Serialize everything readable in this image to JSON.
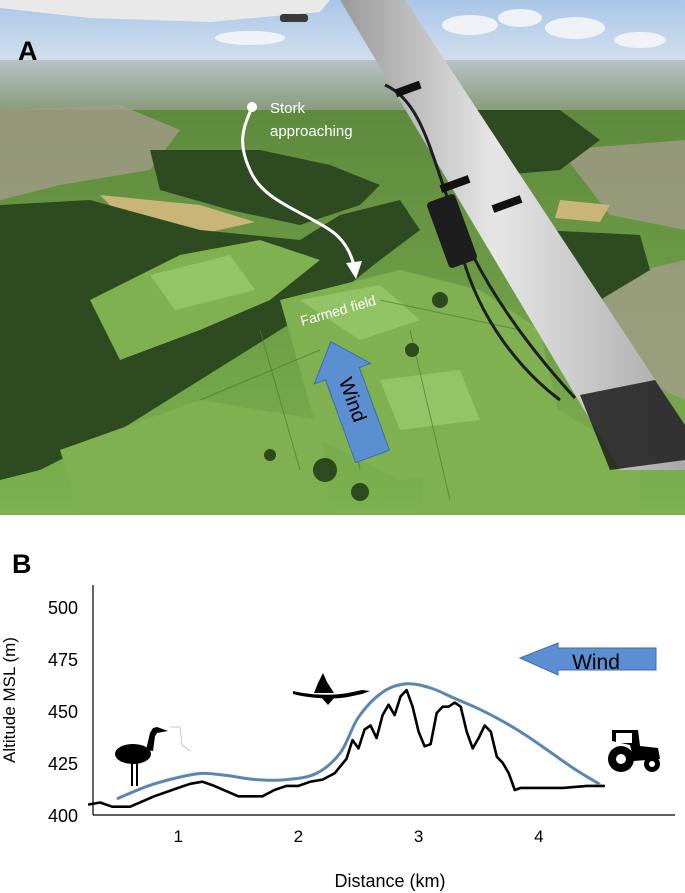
{
  "panel_a": {
    "letter": "A",
    "stork_label_line1": "Stork",
    "stork_label_line2": "approaching",
    "field_label": "Farmed field",
    "wind_label": "Wind",
    "colors": {
      "sky": "#c9d9ec",
      "forest": "#2f4f22",
      "meadow": "#6fa64a",
      "field": "#8cc060",
      "strut": "#c8c8c8",
      "wind_arrow": "#5b8fd1",
      "path": "#ffffff"
    }
  },
  "panel_b": {
    "letter": "B",
    "wind_label": "Wind",
    "icons": [
      "stork-standing-icon",
      "stork-flying-icon",
      "tractor-icon"
    ],
    "colors": {
      "terrain": "#000000",
      "flight_path": "#5b86b1",
      "wind_arrow": "#5b8fd1"
    }
  },
  "chart_data": {
    "type": "line",
    "title": "",
    "xlabel": "Distance (km)",
    "ylabel": "Altitude  MSL (m)",
    "xlim": [
      0,
      4.8
    ],
    "ylim": [
      400,
      510
    ],
    "x_ticks": [
      "1",
      "2",
      "3",
      "4"
    ],
    "y_ticks": [
      "500",
      "475",
      "450",
      "425",
      "400"
    ],
    "grid": false,
    "series": [
      {
        "x": [
          0.25,
          0.35,
          0.45,
          0.6,
          0.8,
          1.0,
          1.1,
          1.2,
          1.3,
          1.5,
          1.7,
          1.8,
          1.9,
          2.0,
          2.1,
          2.2,
          2.3,
          2.4,
          2.45,
          2.5,
          2.55,
          2.6,
          2.65,
          2.7,
          2.75,
          2.8,
          2.85,
          2.9,
          2.95,
          3.0,
          3.05,
          3.1,
          3.15,
          3.2,
          3.25,
          3.3,
          3.35,
          3.4,
          3.45,
          3.5,
          3.55,
          3.6,
          3.65,
          3.7,
          3.75,
          3.8,
          3.85,
          3.9,
          4.0,
          4.2,
          4.4,
          4.55
        ],
        "y": [
          405,
          406,
          404,
          404,
          409,
          413,
          415,
          416,
          414,
          409,
          409,
          412,
          414,
          414,
          416,
          417,
          420,
          427,
          436,
          432,
          441,
          443,
          437,
          448,
          453,
          448,
          457,
          460,
          452,
          440,
          433,
          434,
          449,
          452,
          452,
          454,
          452,
          440,
          432,
          437,
          443,
          440,
          428,
          425,
          420,
          412,
          413,
          413,
          413,
          413,
          414,
          414
        ]
      },
      {
        "x": [
          0.5,
          0.75,
          1.0,
          1.2,
          1.4,
          1.65,
          1.9,
          2.15,
          2.35,
          2.5,
          2.7,
          2.9,
          3.1,
          3.3,
          3.5,
          3.7,
          3.9,
          4.1,
          4.3,
          4.5
        ],
        "y": [
          408,
          414,
          418,
          420,
          419,
          417,
          417,
          420,
          430,
          447,
          459,
          463,
          461,
          456,
          451,
          445,
          438,
          430,
          422,
          415
        ]
      }
    ]
  }
}
